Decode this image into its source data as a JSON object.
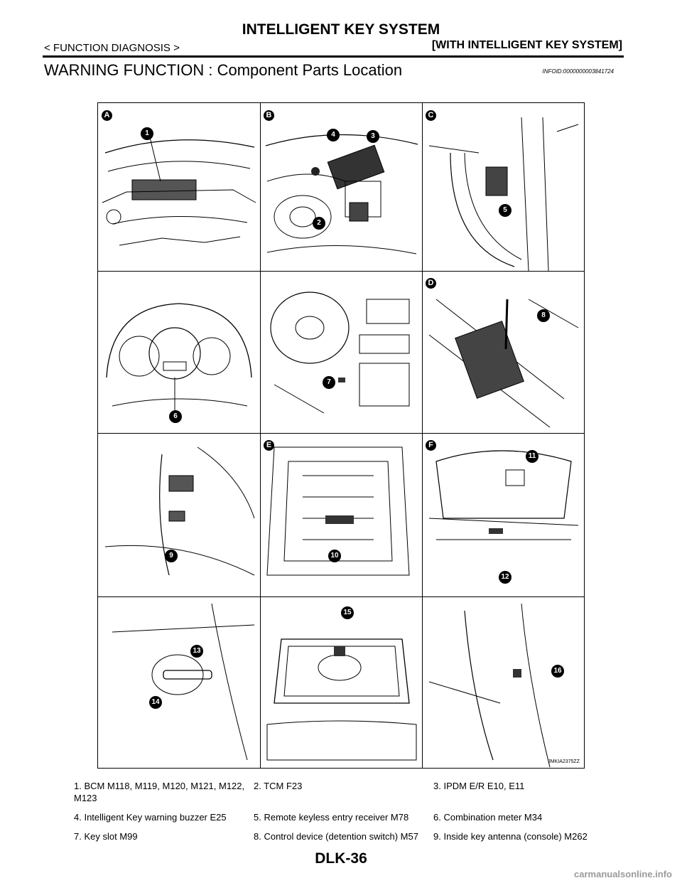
{
  "header": {
    "title": "INTELLIGENT KEY SYSTEM",
    "left": "< FUNCTION DIAGNOSIS >",
    "right": "[WITH INTELLIGENT KEY SYSTEM]"
  },
  "section": {
    "title": "WARNING FUNCTION : Component  Parts  Location",
    "id": "INFOID:0000000003841724"
  },
  "figure": {
    "code": "JMKIA2375ZZ",
    "panel_letters": [
      "A",
      "B",
      "C",
      "D",
      "E",
      "F"
    ],
    "callouts": [
      "1",
      "2",
      "3",
      "4",
      "5",
      "6",
      "7",
      "8",
      "9",
      "10",
      "11",
      "12",
      "13",
      "14",
      "15",
      "16"
    ]
  },
  "legend": [
    "1.  BCM M118, M119, M120, M121, M122, M123",
    "2.  TCM F23",
    "3.  IPDM E/R E10, E11",
    "4.  Intelligent Key warning buzzer E25",
    "5.  Remote keyless entry receiver M78",
    "6.  Combination meter M34",
    "7.  Key slot M99",
    "8.  Control device (detention switch) M57",
    "9.  Inside key antenna (console) M262"
  ],
  "page_number": "DLK-36",
  "watermark": "carmanualsonline.info"
}
